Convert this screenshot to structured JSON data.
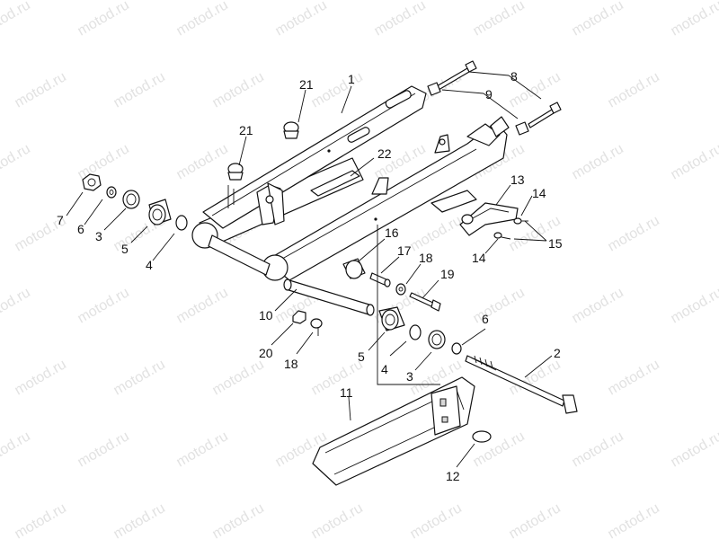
{
  "watermark": {
    "text": "motod.ru"
  },
  "callouts": [
    {
      "id": "c1",
      "label": "1"
    },
    {
      "id": "c2",
      "label": "2"
    },
    {
      "id": "c3a",
      "label": "3"
    },
    {
      "id": "c3b",
      "label": "3"
    },
    {
      "id": "c4a",
      "label": "4"
    },
    {
      "id": "c4b",
      "label": "4"
    },
    {
      "id": "c5a",
      "label": "5"
    },
    {
      "id": "c5b",
      "label": "5"
    },
    {
      "id": "c6a",
      "label": "6"
    },
    {
      "id": "c6b",
      "label": "6"
    },
    {
      "id": "c7",
      "label": "7"
    },
    {
      "id": "c8",
      "label": "8"
    },
    {
      "id": "c9",
      "label": "9"
    },
    {
      "id": "c10",
      "label": "10"
    },
    {
      "id": "c11",
      "label": "11"
    },
    {
      "id": "c12",
      "label": "12"
    },
    {
      "id": "c13",
      "label": "13"
    },
    {
      "id": "c14a",
      "label": "14"
    },
    {
      "id": "c14b",
      "label": "14"
    },
    {
      "id": "c15",
      "label": "15"
    },
    {
      "id": "c16",
      "label": "16"
    },
    {
      "id": "c17",
      "label": "17"
    },
    {
      "id": "c18a",
      "label": "18"
    },
    {
      "id": "c18b",
      "label": "18"
    },
    {
      "id": "c19",
      "label": "19"
    },
    {
      "id": "c20",
      "label": "20"
    },
    {
      "id": "c21a",
      "label": "21"
    },
    {
      "id": "c21b",
      "label": "21"
    },
    {
      "id": "c22",
      "label": "22"
    }
  ]
}
